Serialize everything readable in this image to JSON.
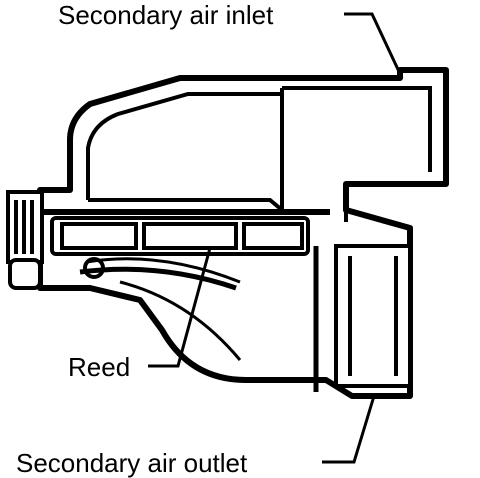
{
  "diagram": {
    "labels": {
      "inlet": "Secondary air inlet",
      "reed": "Reed",
      "outlet": "Secondary air outlet"
    },
    "colors": {
      "ink": "#000000",
      "paper": "#ffffff"
    }
  }
}
